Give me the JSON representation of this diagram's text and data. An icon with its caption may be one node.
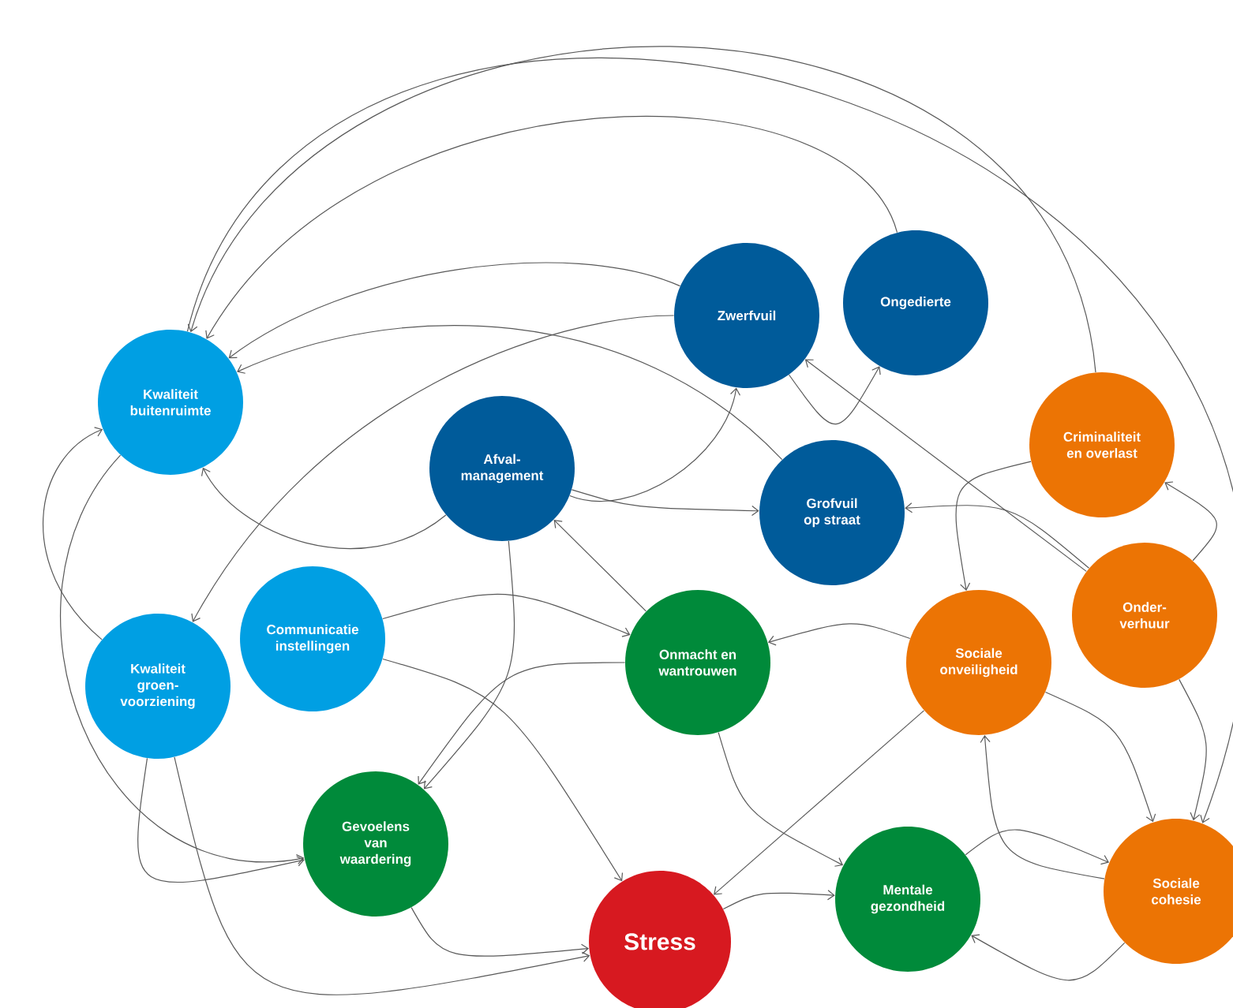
{
  "diagram": {
    "nodes": [
      {
        "text": [
          "Kwaliteit buitenruimte"
        ]
      },
      {
        "text": [
          "Zwerfvuil"
        ]
      },
      {
        "text": [
          "Ongedierte"
        ]
      },
      {
        "text": [
          "Afval- management"
        ]
      },
      {
        "text": [
          "Grofvuil op straat"
        ]
      },
      {
        "text": [
          "Criminaliteit en overlast"
        ]
      },
      {
        "text": [
          "Kwaliteit groen- voorziening"
        ]
      },
      {
        "text": [
          "Communicatie instellingen"
        ]
      },
      {
        "text": [
          "Onmacht en wantrouwen"
        ]
      },
      {
        "text": [
          "Sociale onveiligheid"
        ]
      },
      {
        "text": [
          "Onder- verhuur"
        ]
      },
      {
        "text": [
          "Gevoelens van waardering"
        ]
      },
      {
        "text": [
          "Stress"
        ]
      },
      {
        "text": [
          "Mentale gezondheid"
        ]
      },
      {
        "text": [
          "Sociale cohesie"
        ]
      }
    ],
    "edges": [
      {
        "from": 0,
        "to": 14,
        "arrow": "to"
      },
      {
        "from": 5,
        "to": 0,
        "arrow": "to"
      },
      {
        "from": 2,
        "to": 0,
        "arrow": "to"
      },
      {
        "from": 1,
        "to": 0,
        "arrow": "to"
      },
      {
        "from": 4,
        "to": 0,
        "arrow": "to"
      },
      {
        "from": 1,
        "to": 6,
        "arrow": "to"
      },
      {
        "from": 3,
        "to": 0,
        "arrow": "to"
      },
      {
        "from": 3,
        "to": 1,
        "arrow": "to"
      },
      {
        "from": 3,
        "to": 4,
        "arrow": "to"
      },
      {
        "from": 3,
        "to": 11,
        "arrow": "to"
      },
      {
        "from": 8,
        "to": 3,
        "arrow": "to"
      },
      {
        "from": 7,
        "to": 8,
        "arrow": "to"
      },
      {
        "from": 8,
        "to": 11,
        "arrow": "to"
      },
      {
        "from": 7,
        "to": 12,
        "arrow": "to"
      },
      {
        "from": 6,
        "to": 0,
        "arrow": "to"
      },
      {
        "from": 0,
        "to": 11,
        "arrow": "to"
      },
      {
        "from": 6,
        "to": 11,
        "arrow": "to"
      },
      {
        "from": 6,
        "to": 12,
        "arrow": "to"
      },
      {
        "from": 11,
        "to": 12,
        "arrow": "to"
      },
      {
        "from": 12,
        "to": 13,
        "arrow": "to"
      },
      {
        "from": 8,
        "to": 13,
        "arrow": "to"
      },
      {
        "from": 9,
        "to": 12,
        "arrow": "to"
      },
      {
        "from": 9,
        "to": 8,
        "arrow": "to"
      },
      {
        "from": 9,
        "to": 14,
        "arrow": "to"
      },
      {
        "from": 14,
        "to": 9,
        "arrow": "to"
      },
      {
        "from": 13,
        "to": 14,
        "arrow": "to"
      },
      {
        "from": 14,
        "to": 13,
        "arrow": "to"
      },
      {
        "from": 10,
        "to": 14,
        "arrow": "to"
      },
      {
        "from": 10,
        "to": 5,
        "arrow": "to"
      },
      {
        "from": 10,
        "to": 4,
        "arrow": "to"
      },
      {
        "from": 10,
        "to": 1,
        "arrow": "to"
      },
      {
        "from": 5,
        "to": 9,
        "arrow": "to"
      },
      {
        "from": 1,
        "to": 2,
        "arrow": "to"
      }
    ]
  }
}
